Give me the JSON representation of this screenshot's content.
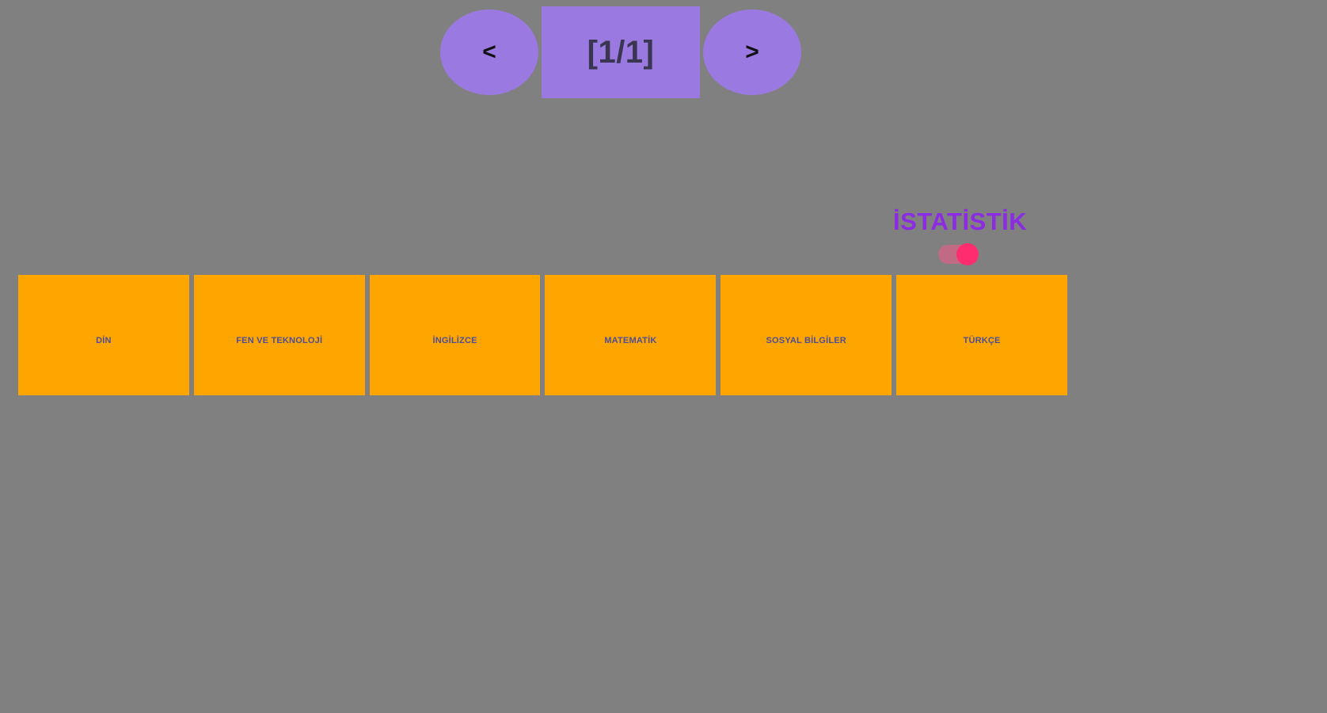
{
  "pager": {
    "prev_label": "<",
    "next_label": ">",
    "count_label": "[1/1]",
    "current_page": 1,
    "total_pages": 1
  },
  "stats": {
    "label": "İSTATİSTİK",
    "toggle_state": "on",
    "track_color": "#c06a85",
    "knob_color": "#ff2d6f",
    "label_color": "#8b2be2"
  },
  "subjects": {
    "tile_color": "#ffa500",
    "label_color": "#4e4e94",
    "items": [
      {
        "label": "DİN"
      },
      {
        "label": "FEN VE TEKNOLOJİ"
      },
      {
        "label": "İNGİLİZCE"
      },
      {
        "label": "MATEMATİK"
      },
      {
        "label": "SOSYAL BİLGİLER"
      },
      {
        "label": "TÜRKÇE"
      }
    ]
  },
  "theme": {
    "background": "#808080",
    "accent_purple": "#9a7ae0"
  }
}
